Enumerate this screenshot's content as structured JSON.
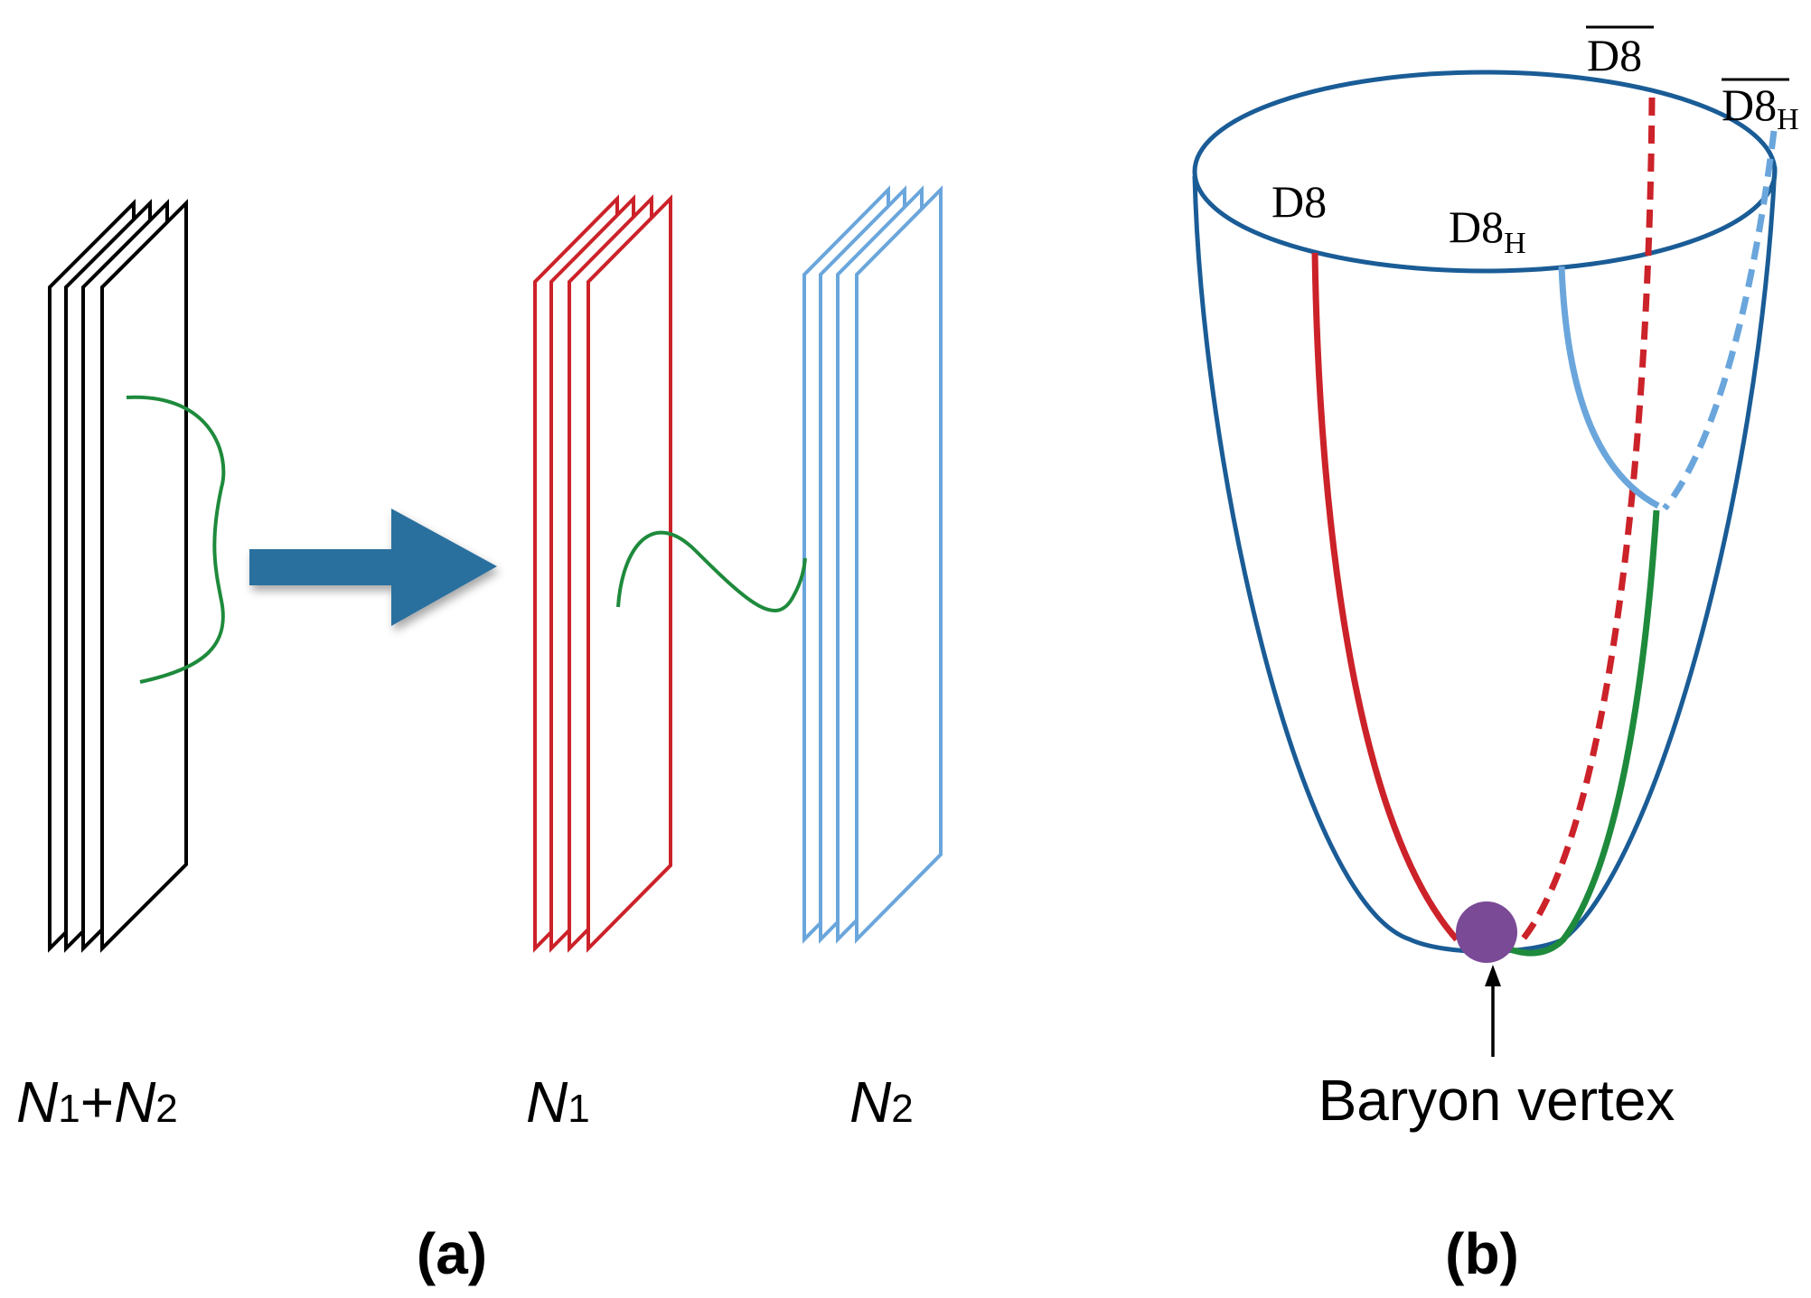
{
  "panel_a": {
    "caption": "(a)",
    "label_left_n1": "N",
    "label_left_n1_sub": "1",
    "label_left_plus": "+",
    "label_left_n2": "N",
    "label_left_n2_sub": "2",
    "label_mid_n": "N",
    "label_mid_sub": "1",
    "label_right_n": "N",
    "label_right_sub": "2",
    "colors": {
      "combined_stack": "#000000",
      "stack_n1": "#cc2229",
      "stack_n2": "#6aa6dc",
      "string": "#1e8a3c",
      "arrow": "#2a6f9e"
    }
  },
  "panel_b": {
    "caption": "(b)",
    "vertex_label": "Baryon vertex",
    "brane_labels": {
      "d8": "D8",
      "d8_h": "D8",
      "d8_h_sub": "H",
      "d8_bar": "D8",
      "d8_bar_h": "D8",
      "d8_bar_h_sub": "H"
    },
    "colors": {
      "bowl": "#1a5c96",
      "d8": "#cc2229",
      "d8_h": "#6aa6dc",
      "string": "#1e8a3c",
      "vertex": "#7a4a96"
    }
  }
}
